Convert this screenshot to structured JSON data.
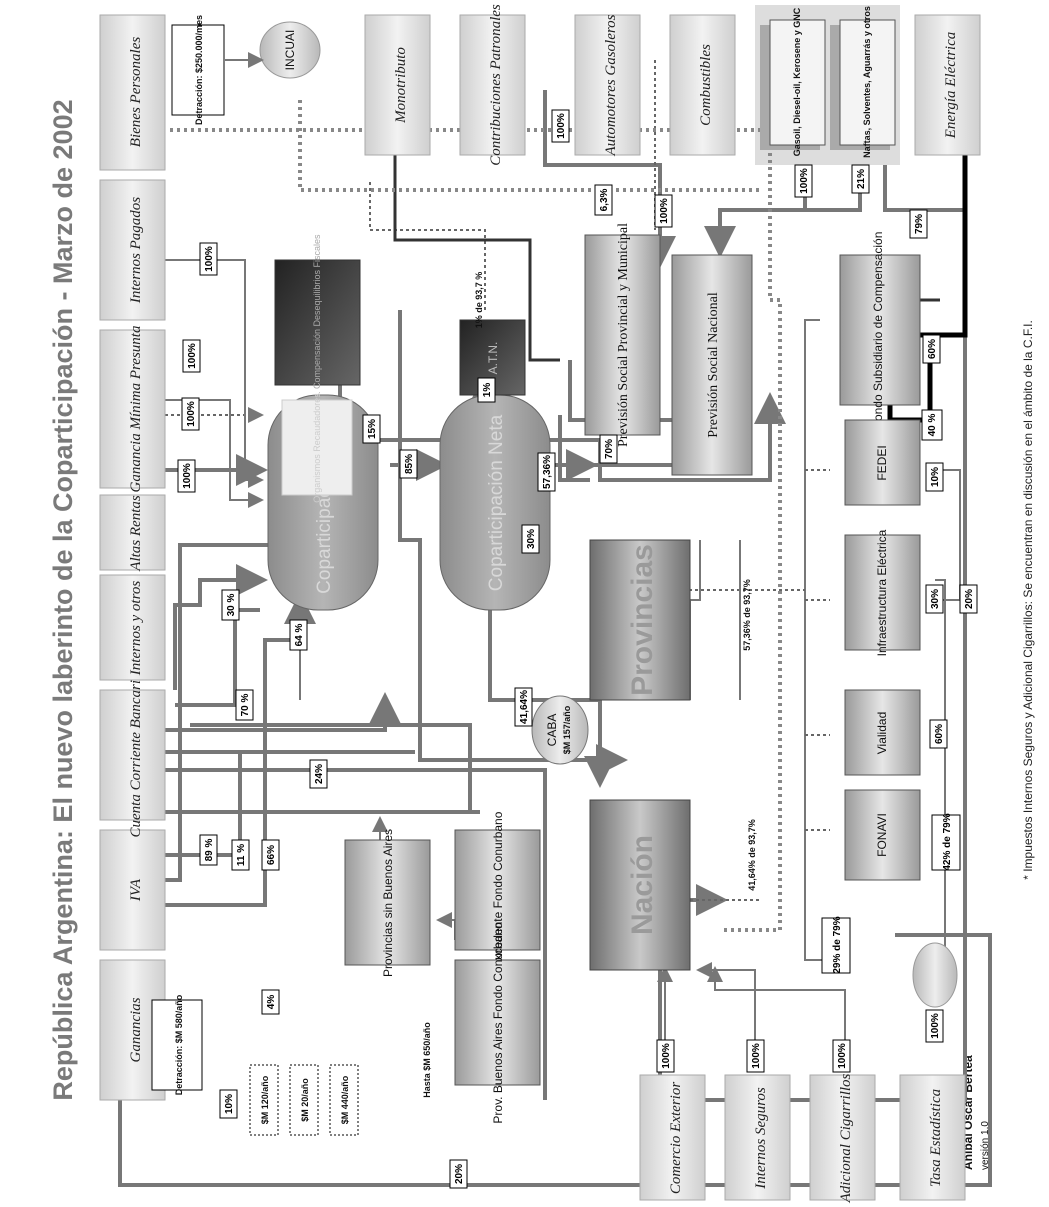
{
  "title": "República Argentina: El nuevo laberinto de la Coparticipación - Marzo de 2002",
  "footnote": "* Impuestos Internos Seguros y Adicional Cigarrillos: Se encuentran en discusión en el ámbito de la C.F.I.",
  "author": "Anibal Oscar Bertea",
  "version": "versión 1.0",
  "taxes_top": [
    "Ganancias",
    "IVA",
    "Cuenta Corriente Bancaria",
    "Internos y otros",
    "Altas Rentas",
    "Ganancia Mínima Presunta",
    "Internos Pagados",
    "Bienes Personales",
    "Monotributo",
    "Contribuciones Patronales",
    "Automotores Gasoleros",
    "Combustibles",
    "Energía Eléctrica"
  ],
  "taxes_bottom": [
    "Comercio Exterior",
    "Internos Seguros",
    "Adicional Cigarrillos",
    "Tasa Estadística"
  ],
  "detraccion_ganancias": "Detracción: $M 580/año",
  "detraccion_bienes": "Detracción: $250.000/mes",
  "incuai": "INCUAI",
  "fuel_boxes": [
    "Gasoil, Diesel-oil, Kerosene y GNC",
    "Naftas, Solventes, Aguarrás y otros"
  ],
  "pools": {
    "bruta": "Coparticipación Bruta",
    "neta": "Coparticipación Neta",
    "atn": "A.T.N.",
    "dark_box": "Fdo. Compensación Desequilibrios Fiscales",
    "light_box": "Organismos Recaudadores"
  },
  "entities": {
    "provincias": "Provincias",
    "nacion": "Nación",
    "caba": "CABA",
    "caba_amount": "$M 157/año",
    "prev_prov": "Previsión Social Provincial y Municipal",
    "prev_nac": "Previsión Social Nacional",
    "fondo_sub": "Fondo Subsidiario de Compensación",
    "fedei": "FEDEI",
    "infra": "Infraestructura Eléctrica",
    "vialidad": "Vialidad",
    "fonavi": "FONAVI",
    "prov_sin_ba": "Provincias sin Buenos Aires",
    "excedente": "Excedente Fondo Conurbano",
    "prov_ba": "Prov. Buenos Aires Fondo Conurbano",
    "hasta": "Hasta $M 650/año",
    "sm120": "$M 120/año",
    "sm20": "$M 20/año",
    "sm440": "$M 440/año",
    "nota_prov": "57,36% de 93,7%",
    "nota_nac": "41,64% de 93,7%",
    "atn_note": "1% de 93,7 %"
  },
  "percentages": {
    "ganancias_10": "10%",
    "ganancias_4": "4%",
    "ganancias_20": "20%",
    "iva_89": "89 %",
    "iva_11": "11 %",
    "iva_66": "66%",
    "iva_24": "24%",
    "ccb_30": "30 %",
    "ccb_70": "70 %",
    "copa_64": "64 %",
    "internos_100": "100%",
    "altas_100": "100%",
    "gmp_100": "100%",
    "intpag_100": "100%",
    "bruta_85": "85%",
    "bruta_15": "15%",
    "neta_1": "1%",
    "neta_5736": "57,36%",
    "neta_4164": "41,64%",
    "mono_70": "70%",
    "mono_30": "30%",
    "contrib_100": "100%",
    "prevprov_63": "6,3%",
    "auto_100": "100%",
    "comb_100": "100%",
    "comb_21": "21%",
    "comb_79": "79%",
    "energia_60": "60%",
    "energia_40": "40 %",
    "fedei_10": "10%",
    "infra_30": "30%",
    "vial_60": "60%",
    "infra_20": "20%",
    "fonavi_42": "42% de 79%",
    "nac_29": "29% de 79%",
    "comext_100": "100%",
    "intseg_100": "100%",
    "adcig_100": "100%",
    "tasa_100": "100%"
  }
}
